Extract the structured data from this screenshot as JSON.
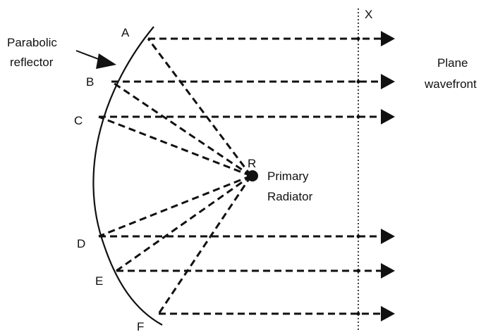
{
  "labels": {
    "reflector_line1": "Parabolic",
    "reflector_line2": "reflector",
    "plane_line1": "Plane",
    "plane_line2": "wavefront",
    "radiator_line1": "Primary",
    "radiator_line2": "Radiator",
    "x_mark": "X",
    "r_mark": "R"
  },
  "points": {
    "A": "A",
    "B": "B",
    "C": "C",
    "D": "D",
    "E": "E",
    "F": "F"
  }
}
